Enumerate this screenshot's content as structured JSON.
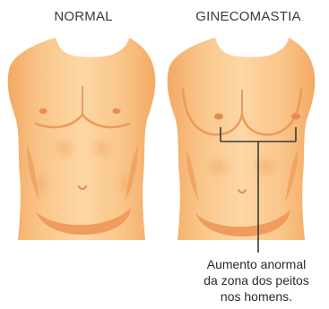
{
  "panels": {
    "left": {
      "title": "NORMAL"
    },
    "right": {
      "title": "GINECOMASTIA"
    }
  },
  "annotation": {
    "lines": [
      "Aumento anormal",
      "da zona dos peitos",
      "nos homens."
    ]
  },
  "colors": {
    "skin_light": "#fcd19a",
    "skin_mid": "#f7b56e",
    "skin_edge": "#f0a45a",
    "shadow": "#ee9f63",
    "nipple": "#e98a55",
    "line": "#3a3a3a"
  }
}
